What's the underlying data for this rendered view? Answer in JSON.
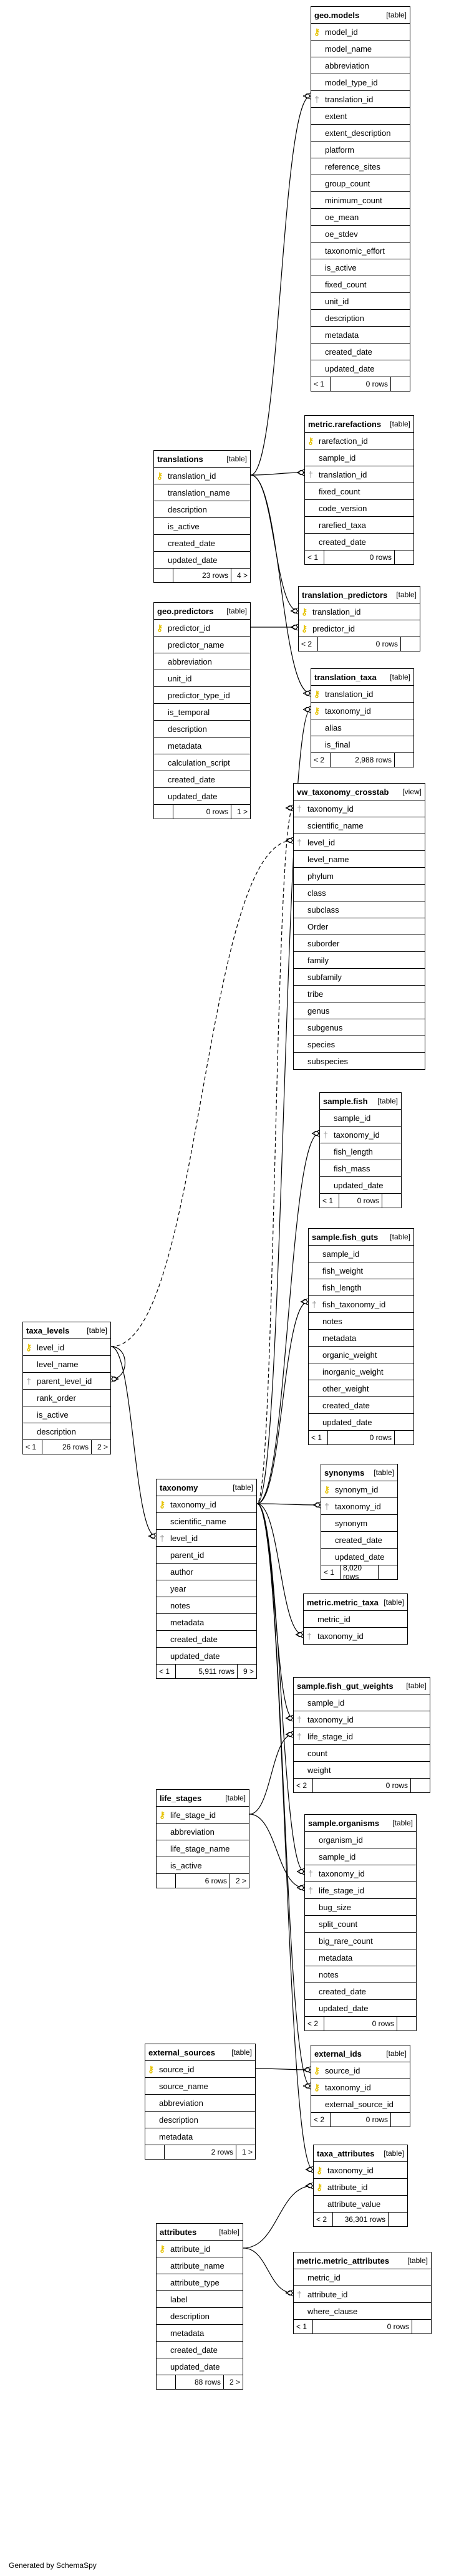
{
  "tables": [
    {
      "id": "geo_models",
      "name": "geo.models",
      "kind": "[table]",
      "columns": [
        {
          "name": "model_id",
          "key": "pk"
        },
        {
          "name": "model_name"
        },
        {
          "name": "abbreviation"
        },
        {
          "name": "model_type_id"
        },
        {
          "name": "translation_id",
          "key": "fk"
        },
        {
          "name": "extent"
        },
        {
          "name": "extent_description"
        },
        {
          "name": "platform"
        },
        {
          "name": "reference_sites"
        },
        {
          "name": "group_count"
        },
        {
          "name": "minimum_count"
        },
        {
          "name": "oe_mean"
        },
        {
          "name": "oe_stdev"
        },
        {
          "name": "taxonomic_effort"
        },
        {
          "name": "is_active"
        },
        {
          "name": "fixed_count"
        },
        {
          "name": "unit_id"
        },
        {
          "name": "description"
        },
        {
          "name": "metadata"
        },
        {
          "name": "created_date"
        },
        {
          "name": "updated_date"
        }
      ],
      "footer": {
        "left": "< 1",
        "rows": "0 rows",
        "right": ""
      }
    },
    {
      "id": "metric_rarefactions",
      "name": "metric.rarefactions",
      "kind": "[table]",
      "columns": [
        {
          "name": "rarefaction_id",
          "key": "pk"
        },
        {
          "name": "sample_id"
        },
        {
          "name": "translation_id",
          "key": "fk"
        },
        {
          "name": "fixed_count"
        },
        {
          "name": "code_version"
        },
        {
          "name": "rarefied_taxa"
        },
        {
          "name": "created_date"
        }
      ],
      "footer": {
        "left": "< 1",
        "rows": "0 rows",
        "right": ""
      }
    },
    {
      "id": "translations",
      "name": "translations",
      "kind": "[table]",
      "columns": [
        {
          "name": "translation_id",
          "key": "pk"
        },
        {
          "name": "translation_name"
        },
        {
          "name": "description"
        },
        {
          "name": "is_active"
        },
        {
          "name": "created_date"
        },
        {
          "name": "updated_date"
        }
      ],
      "footer": {
        "left": "",
        "rows": "23 rows",
        "right": "4 >"
      }
    },
    {
      "id": "geo_predictors",
      "name": "geo.predictors",
      "kind": "[table]",
      "columns": [
        {
          "name": "predictor_id",
          "key": "pk"
        },
        {
          "name": "predictor_name"
        },
        {
          "name": "abbreviation"
        },
        {
          "name": "unit_id"
        },
        {
          "name": "predictor_type_id"
        },
        {
          "name": "is_temporal"
        },
        {
          "name": "description"
        },
        {
          "name": "metadata"
        },
        {
          "name": "calculation_script"
        },
        {
          "name": "created_date"
        },
        {
          "name": "updated_date"
        }
      ],
      "footer": {
        "left": "",
        "rows": "0 rows",
        "right": "1 >"
      }
    },
    {
      "id": "translation_predictors",
      "name": "translation_predictors",
      "kind": "[table]",
      "columns": [
        {
          "name": "translation_id",
          "key": "pkfk"
        },
        {
          "name": "predictor_id",
          "key": "pkfk"
        }
      ],
      "footer": {
        "left": "< 2",
        "rows": "0 rows",
        "right": ""
      }
    },
    {
      "id": "translation_taxa",
      "name": "translation_taxa",
      "kind": "[table]",
      "columns": [
        {
          "name": "translation_id",
          "key": "pkfk"
        },
        {
          "name": "taxonomy_id",
          "key": "pkfk"
        },
        {
          "name": "alias"
        },
        {
          "name": "is_final"
        }
      ],
      "footer": {
        "left": "< 2",
        "rows": "2,988 rows",
        "right": ""
      }
    },
    {
      "id": "vw_taxonomy_crosstab",
      "name": "vw_taxonomy_crosstab",
      "kind": "[view]",
      "columns": [
        {
          "name": "taxonomy_id",
          "key": "fk"
        },
        {
          "name": "scientific_name"
        },
        {
          "name": "level_id",
          "key": "fk"
        },
        {
          "name": "level_name"
        },
        {
          "name": "phylum"
        },
        {
          "name": "class"
        },
        {
          "name": "subclass"
        },
        {
          "name": "Order"
        },
        {
          "name": "suborder"
        },
        {
          "name": "family"
        },
        {
          "name": "subfamily"
        },
        {
          "name": "tribe"
        },
        {
          "name": "genus"
        },
        {
          "name": "subgenus"
        },
        {
          "name": "species"
        },
        {
          "name": "subspecies"
        }
      ],
      "footer": null
    },
    {
      "id": "sample_fish",
      "name": "sample.fish",
      "kind": "[table]",
      "columns": [
        {
          "name": "sample_id"
        },
        {
          "name": "taxonomy_id",
          "key": "fk"
        },
        {
          "name": "fish_length"
        },
        {
          "name": "fish_mass"
        },
        {
          "name": "updated_date"
        }
      ],
      "footer": {
        "left": "< 1",
        "rows": "0 rows",
        "right": ""
      }
    },
    {
      "id": "sample_fish_guts",
      "name": "sample.fish_guts",
      "kind": "[table]",
      "columns": [
        {
          "name": "sample_id"
        },
        {
          "name": "fish_weight"
        },
        {
          "name": "fish_length"
        },
        {
          "name": "fish_taxonomy_id",
          "key": "fk"
        },
        {
          "name": "notes"
        },
        {
          "name": "metadata"
        },
        {
          "name": "organic_weight"
        },
        {
          "name": "inorganic_weight"
        },
        {
          "name": "other_weight"
        },
        {
          "name": "created_date"
        },
        {
          "name": "updated_date"
        }
      ],
      "footer": {
        "left": "< 1",
        "rows": "0 rows",
        "right": ""
      }
    },
    {
      "id": "taxa_levels",
      "name": "taxa_levels",
      "kind": "[table]",
      "columns": [
        {
          "name": "level_id",
          "key": "pk"
        },
        {
          "name": "level_name"
        },
        {
          "name": "parent_level_id",
          "key": "fk"
        },
        {
          "name": "rank_order"
        },
        {
          "name": "is_active"
        },
        {
          "name": "description"
        }
      ],
      "footer": {
        "left": "< 1",
        "rows": "26 rows",
        "right": "2 >"
      }
    },
    {
      "id": "synonyms",
      "name": "synonyms",
      "kind": "[table]",
      "columns": [
        {
          "name": "synonym_id",
          "key": "pk"
        },
        {
          "name": "taxonomy_id",
          "key": "fk"
        },
        {
          "name": "synonym"
        },
        {
          "name": "created_date"
        },
        {
          "name": "updated_date"
        }
      ],
      "footer": {
        "left": "< 1",
        "rows": "8,020 rows",
        "right": ""
      }
    },
    {
      "id": "taxonomy",
      "name": "taxonomy",
      "kind": "[table]",
      "columns": [
        {
          "name": "taxonomy_id",
          "key": "pk"
        },
        {
          "name": "scientific_name"
        },
        {
          "name": "level_id",
          "key": "fk"
        },
        {
          "name": "parent_id"
        },
        {
          "name": "author"
        },
        {
          "name": "year"
        },
        {
          "name": "notes"
        },
        {
          "name": "metadata"
        },
        {
          "name": "created_date"
        },
        {
          "name": "updated_date"
        }
      ],
      "footer": {
        "left": "< 1",
        "rows": "5,911 rows",
        "right": "9 >"
      }
    },
    {
      "id": "metric_metric_taxa",
      "name": "metric.metric_taxa",
      "kind": "[table]",
      "columns": [
        {
          "name": "metric_id"
        },
        {
          "name": "taxonomy_id",
          "key": "fk"
        }
      ],
      "footer": null
    },
    {
      "id": "sample_fish_gut_weights",
      "name": "sample.fish_gut_weights",
      "kind": "[table]",
      "columns": [
        {
          "name": "sample_id"
        },
        {
          "name": "taxonomy_id",
          "key": "fk"
        },
        {
          "name": "life_stage_id",
          "key": "fk"
        },
        {
          "name": "count"
        },
        {
          "name": "weight"
        }
      ],
      "footer": {
        "left": "< 2",
        "rows": "0 rows",
        "right": ""
      }
    },
    {
      "id": "life_stages",
      "name": "life_stages",
      "kind": "[table]",
      "columns": [
        {
          "name": "life_stage_id",
          "key": "pk"
        },
        {
          "name": "abbreviation"
        },
        {
          "name": "life_stage_name"
        },
        {
          "name": "is_active"
        }
      ],
      "footer": {
        "left": "",
        "rows": "6 rows",
        "right": "2 >"
      }
    },
    {
      "id": "sample_organisms",
      "name": "sample.organisms",
      "kind": "[table]",
      "columns": [
        {
          "name": "organism_id"
        },
        {
          "name": "sample_id"
        },
        {
          "name": "taxonomy_id",
          "key": "fk"
        },
        {
          "name": "life_stage_id",
          "key": "fk"
        },
        {
          "name": "bug_size"
        },
        {
          "name": "split_count"
        },
        {
          "name": "big_rare_count"
        },
        {
          "name": "metadata"
        },
        {
          "name": "notes"
        },
        {
          "name": "created_date"
        },
        {
          "name": "updated_date"
        }
      ],
      "footer": {
        "left": "< 2",
        "rows": "0 rows",
        "right": ""
      }
    },
    {
      "id": "external_sources",
      "name": "external_sources",
      "kind": "[table]",
      "columns": [
        {
          "name": "source_id",
          "key": "pk"
        },
        {
          "name": "source_name"
        },
        {
          "name": "abbreviation"
        },
        {
          "name": "description"
        },
        {
          "name": "metadata"
        }
      ],
      "footer": {
        "left": "",
        "rows": "2 rows",
        "right": "1 >"
      }
    },
    {
      "id": "external_ids",
      "name": "external_ids",
      "kind": "[table]",
      "columns": [
        {
          "name": "source_id",
          "key": "pkfk"
        },
        {
          "name": "taxonomy_id",
          "key": "pkfk"
        },
        {
          "name": "external_source_id"
        }
      ],
      "footer": {
        "left": "< 2",
        "rows": "0 rows",
        "right": ""
      }
    },
    {
      "id": "taxa_attributes",
      "name": "taxa_attributes",
      "kind": "[table]",
      "columns": [
        {
          "name": "taxonomy_id",
          "key": "pkfk"
        },
        {
          "name": "attribute_id",
          "key": "pkfk"
        },
        {
          "name": "attribute_value"
        }
      ],
      "footer": {
        "left": "< 2",
        "rows": "36,301 rows",
        "right": ""
      }
    },
    {
      "id": "attributes",
      "name": "attributes",
      "kind": "[table]",
      "columns": [
        {
          "name": "attribute_id",
          "key": "pk"
        },
        {
          "name": "attribute_name"
        },
        {
          "name": "attribute_type"
        },
        {
          "name": "label"
        },
        {
          "name": "description"
        },
        {
          "name": "metadata"
        },
        {
          "name": "created_date"
        },
        {
          "name": "updated_date"
        }
      ],
      "footer": {
        "left": "",
        "rows": "88 rows",
        "right": "2 >"
      }
    },
    {
      "id": "metric_metric_attributes",
      "name": "metric.metric_attributes",
      "kind": "[table]",
      "columns": [
        {
          "name": "metric_id"
        },
        {
          "name": "attribute_id",
          "key": "fk"
        },
        {
          "name": "where_clause"
        }
      ],
      "footer": {
        "left": "< 1",
        "rows": "0 rows",
        "right": ""
      }
    }
  ],
  "relationships": [
    {
      "from": "geo_models.translation_id",
      "to": "translations.translation_id",
      "style": "solid"
    },
    {
      "from": "metric_rarefactions.translation_id",
      "to": "translations.translation_id",
      "style": "solid"
    },
    {
      "from": "translation_predictors.translation_id",
      "to": "translations.translation_id",
      "style": "solid"
    },
    {
      "from": "translation_predictors.predictor_id",
      "to": "geo_predictors.predictor_id",
      "style": "solid"
    },
    {
      "from": "translation_taxa.translation_id",
      "to": "translations.translation_id",
      "style": "solid"
    },
    {
      "from": "translation_taxa.taxonomy_id",
      "to": "taxonomy.taxonomy_id",
      "style": "solid"
    },
    {
      "from": "vw_taxonomy_crosstab.taxonomy_id",
      "to": "taxonomy.taxonomy_id",
      "style": "dashed"
    },
    {
      "from": "vw_taxonomy_crosstab.level_id",
      "to": "taxa_levels.level_id",
      "style": "dashed"
    },
    {
      "from": "sample_fish.taxonomy_id",
      "to": "taxonomy.taxonomy_id",
      "style": "solid"
    },
    {
      "from": "sample_fish_guts.fish_taxonomy_id",
      "to": "taxonomy.taxonomy_id",
      "style": "solid"
    },
    {
      "from": "taxa_levels.parent_level_id",
      "to": "taxa_levels.level_id",
      "style": "solid"
    },
    {
      "from": "taxonomy.level_id",
      "to": "taxa_levels.level_id",
      "style": "solid"
    },
    {
      "from": "synonyms.taxonomy_id",
      "to": "taxonomy.taxonomy_id",
      "style": "solid"
    },
    {
      "from": "metric_metric_taxa.taxonomy_id",
      "to": "taxonomy.taxonomy_id",
      "style": "solid"
    },
    {
      "from": "sample_fish_gut_weights.taxonomy_id",
      "to": "taxonomy.taxonomy_id",
      "style": "solid"
    },
    {
      "from": "sample_fish_gut_weights.life_stage_id",
      "to": "life_stages.life_stage_id",
      "style": "solid"
    },
    {
      "from": "sample_organisms.taxonomy_id",
      "to": "taxonomy.taxonomy_id",
      "style": "solid"
    },
    {
      "from": "sample_organisms.life_stage_id",
      "to": "life_stages.life_stage_id",
      "style": "solid"
    },
    {
      "from": "external_ids.source_id",
      "to": "external_sources.source_id",
      "style": "solid"
    },
    {
      "from": "external_ids.taxonomy_id",
      "to": "taxonomy.taxonomy_id",
      "style": "solid"
    },
    {
      "from": "taxa_attributes.taxonomy_id",
      "to": "taxonomy.taxonomy_id",
      "style": "solid"
    },
    {
      "from": "taxa_attributes.attribute_id",
      "to": "attributes.attribute_id",
      "style": "solid"
    },
    {
      "from": "metric_metric_attributes.attribute_id",
      "to": "attributes.attribute_id",
      "style": "solid"
    }
  ],
  "footer_text": "Generated by SchemaSpy",
  "colors": {
    "primary_key": "#e6c200",
    "foreign_key": "#9a9a9a",
    "line": "#000000"
  }
}
